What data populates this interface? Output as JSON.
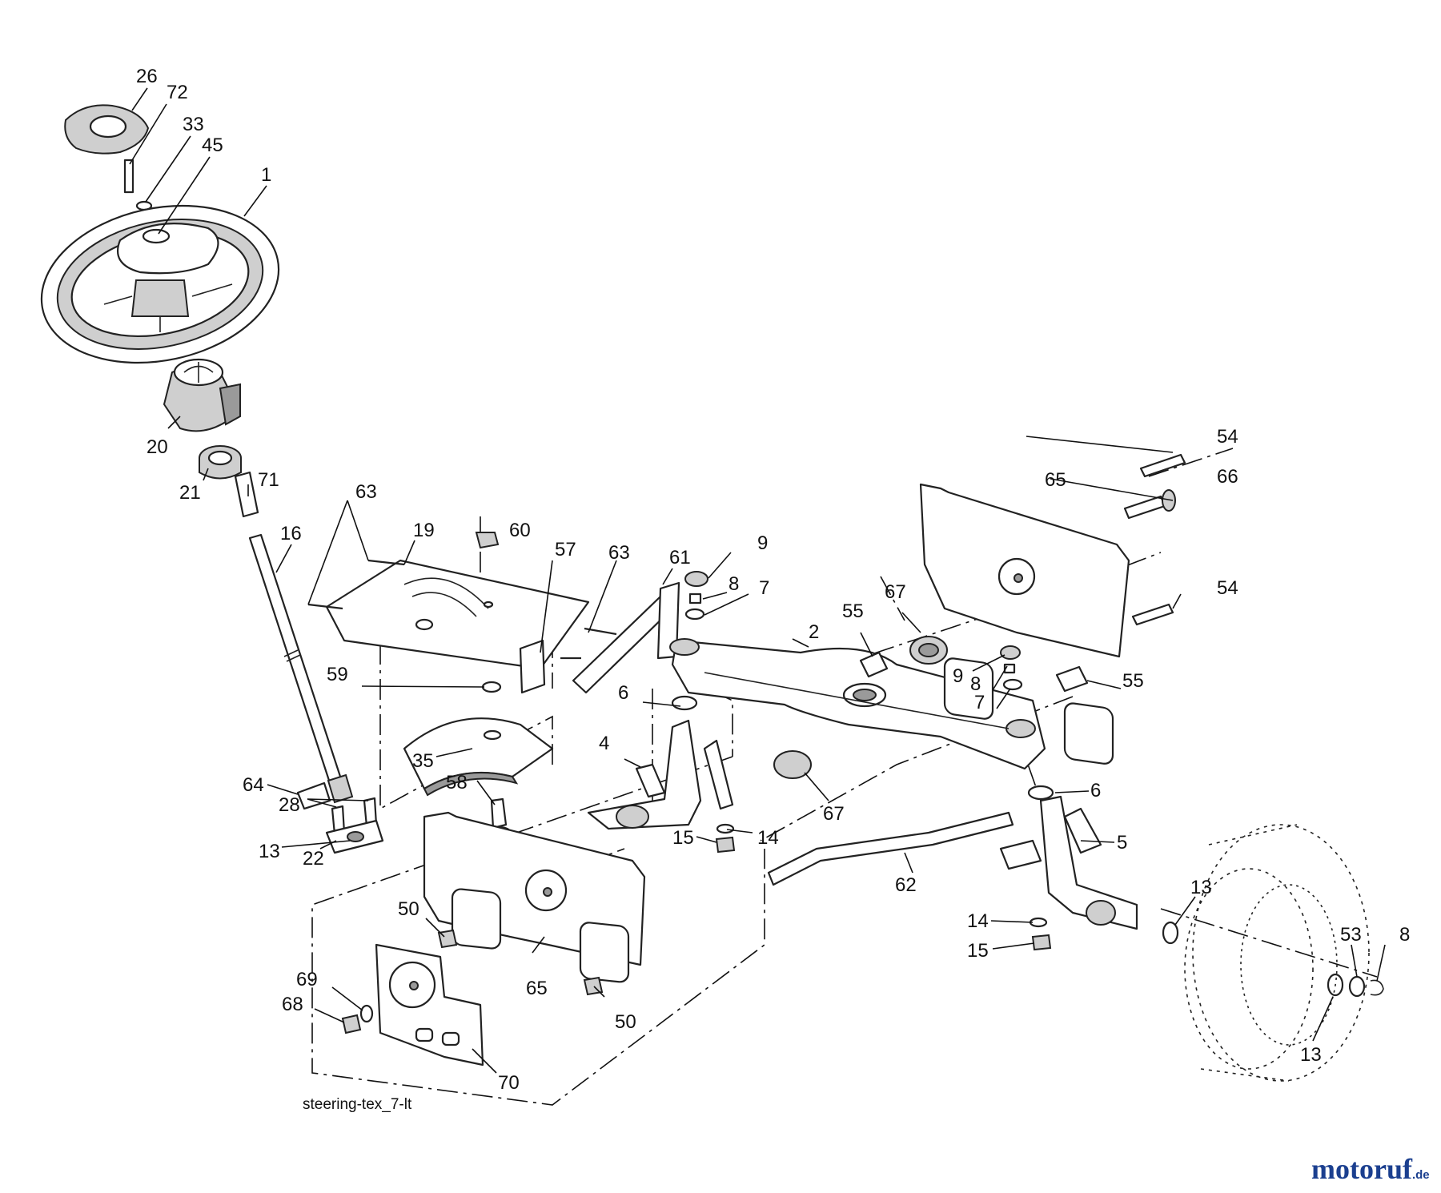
{
  "diagram": {
    "reference": "steering-tex_7-lt",
    "watermark": {
      "main": "motoruf",
      "suffix": ".de",
      "color_main": "#1b3f8f",
      "color_dot": "#d35400"
    },
    "callouts": [
      {
        "id": "c26",
        "text": "26"
      },
      {
        "id": "c72",
        "text": "72"
      },
      {
        "id": "c33",
        "text": "33"
      },
      {
        "id": "c45",
        "text": "45"
      },
      {
        "id": "c1",
        "text": "1"
      },
      {
        "id": "c20",
        "text": "20"
      },
      {
        "id": "c21",
        "text": "21"
      },
      {
        "id": "c71",
        "text": "71"
      },
      {
        "id": "c16",
        "text": "16"
      },
      {
        "id": "c63a",
        "text": "63"
      },
      {
        "id": "c19",
        "text": "19"
      },
      {
        "id": "c60",
        "text": "60"
      },
      {
        "id": "c57",
        "text": "57"
      },
      {
        "id": "c63b",
        "text": "63"
      },
      {
        "id": "c61",
        "text": "61"
      },
      {
        "id": "c9a",
        "text": "9"
      },
      {
        "id": "c8a",
        "text": "8"
      },
      {
        "id": "c7a",
        "text": "7"
      },
      {
        "id": "c65a",
        "text": "65"
      },
      {
        "id": "c54a",
        "text": "54"
      },
      {
        "id": "c66",
        "text": "66"
      },
      {
        "id": "c54b",
        "text": "54"
      },
      {
        "id": "c55a",
        "text": "55"
      },
      {
        "id": "c67a",
        "text": "67"
      },
      {
        "id": "c2",
        "text": "2"
      },
      {
        "id": "c9b",
        "text": "9"
      },
      {
        "id": "c8b",
        "text": "8"
      },
      {
        "id": "c7b",
        "text": "7"
      },
      {
        "id": "c55b",
        "text": "55"
      },
      {
        "id": "c59",
        "text": "59"
      },
      {
        "id": "c6a",
        "text": "6"
      },
      {
        "id": "c4",
        "text": "4"
      },
      {
        "id": "c35",
        "text": "35"
      },
      {
        "id": "c58",
        "text": "58"
      },
      {
        "id": "c67b",
        "text": "67"
      },
      {
        "id": "c6b",
        "text": "6"
      },
      {
        "id": "c64",
        "text": "64"
      },
      {
        "id": "c28",
        "text": "28"
      },
      {
        "id": "c13a",
        "text": "13"
      },
      {
        "id": "c22",
        "text": "22"
      },
      {
        "id": "c15a",
        "text": "15"
      },
      {
        "id": "c14a",
        "text": "14"
      },
      {
        "id": "c5",
        "text": "5"
      },
      {
        "id": "c62",
        "text": "62"
      },
      {
        "id": "c13b",
        "text": "13"
      },
      {
        "id": "c14b",
        "text": "14"
      },
      {
        "id": "c15b",
        "text": "15"
      },
      {
        "id": "c50a",
        "text": "50"
      },
      {
        "id": "c53",
        "text": "53"
      },
      {
        "id": "c8c",
        "text": "8"
      },
      {
        "id": "c65b",
        "text": "65"
      },
      {
        "id": "c69",
        "text": "69"
      },
      {
        "id": "c68",
        "text": "68"
      },
      {
        "id": "c50b",
        "text": "50"
      },
      {
        "id": "c13c",
        "text": "13"
      },
      {
        "id": "c70",
        "text": "70"
      }
    ]
  }
}
